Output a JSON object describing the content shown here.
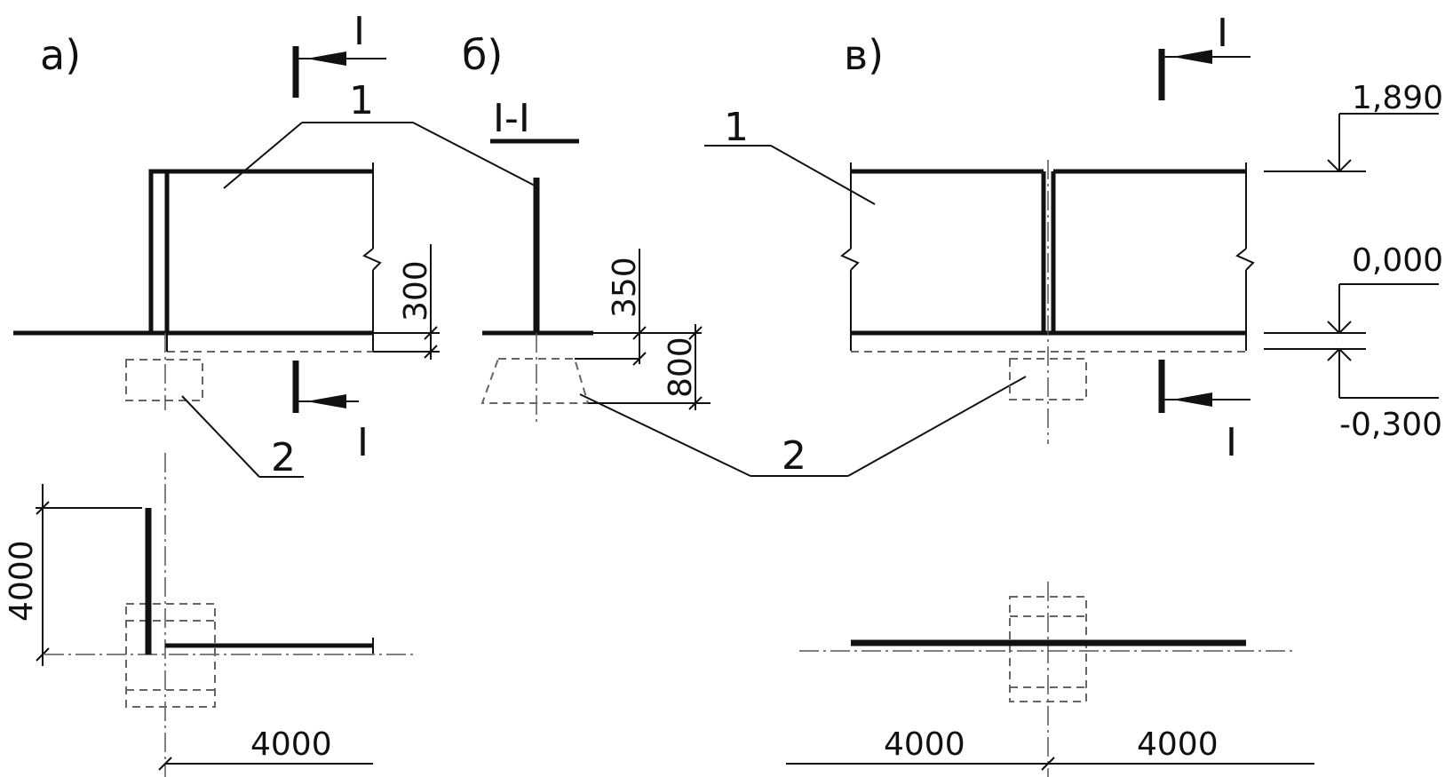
{
  "panels": {
    "a": "а)",
    "b": "б)",
    "v": "в)"
  },
  "section": {
    "mark": "I",
    "title": "I-I"
  },
  "callouts": {
    "one": "1",
    "two": "2"
  },
  "dimensions": {
    "d300": "300",
    "d350": "350",
    "d800": "800",
    "d4000": "4000"
  },
  "levels": {
    "top": "1,890",
    "zero": "0,000",
    "bottom": "-0,300"
  }
}
